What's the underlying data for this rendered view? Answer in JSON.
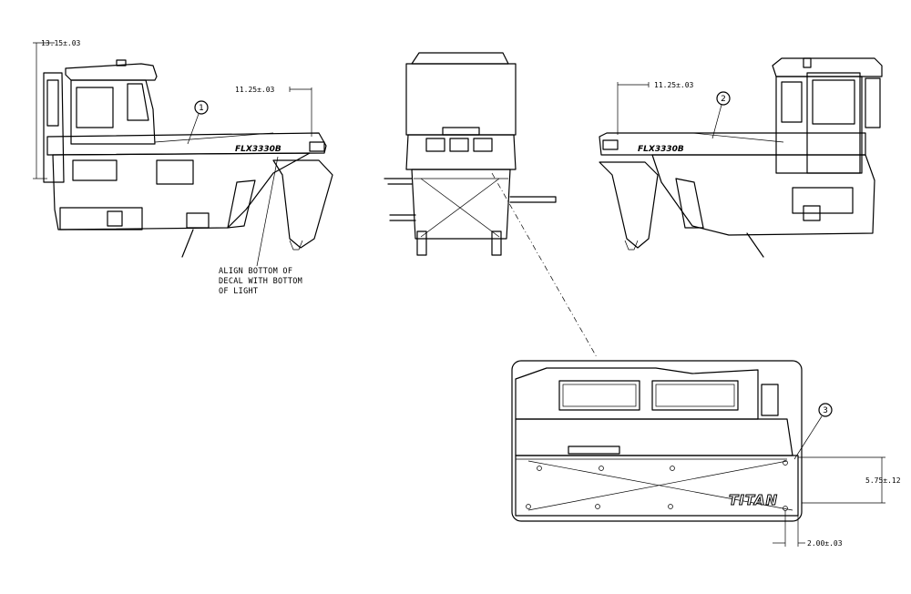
{
  "dimensions": {
    "height_left": "13.15±.03",
    "offset_left": "11.25±.03",
    "offset_right": "11.25±.03",
    "detail_vertical": "5.75±.12",
    "detail_horizontal": "2.00±.03"
  },
  "callouts": {
    "c1": "1",
    "c2": "2",
    "c3": "3"
  },
  "note": {
    "line1": "ALIGN BOTTOM OF",
    "line2": "DECAL WITH BOTTOM",
    "line3": "OF LIGHT"
  },
  "decals": {
    "model_left": "FLX3330B",
    "model_right": "FLX3330B",
    "brand": "TITAN"
  }
}
